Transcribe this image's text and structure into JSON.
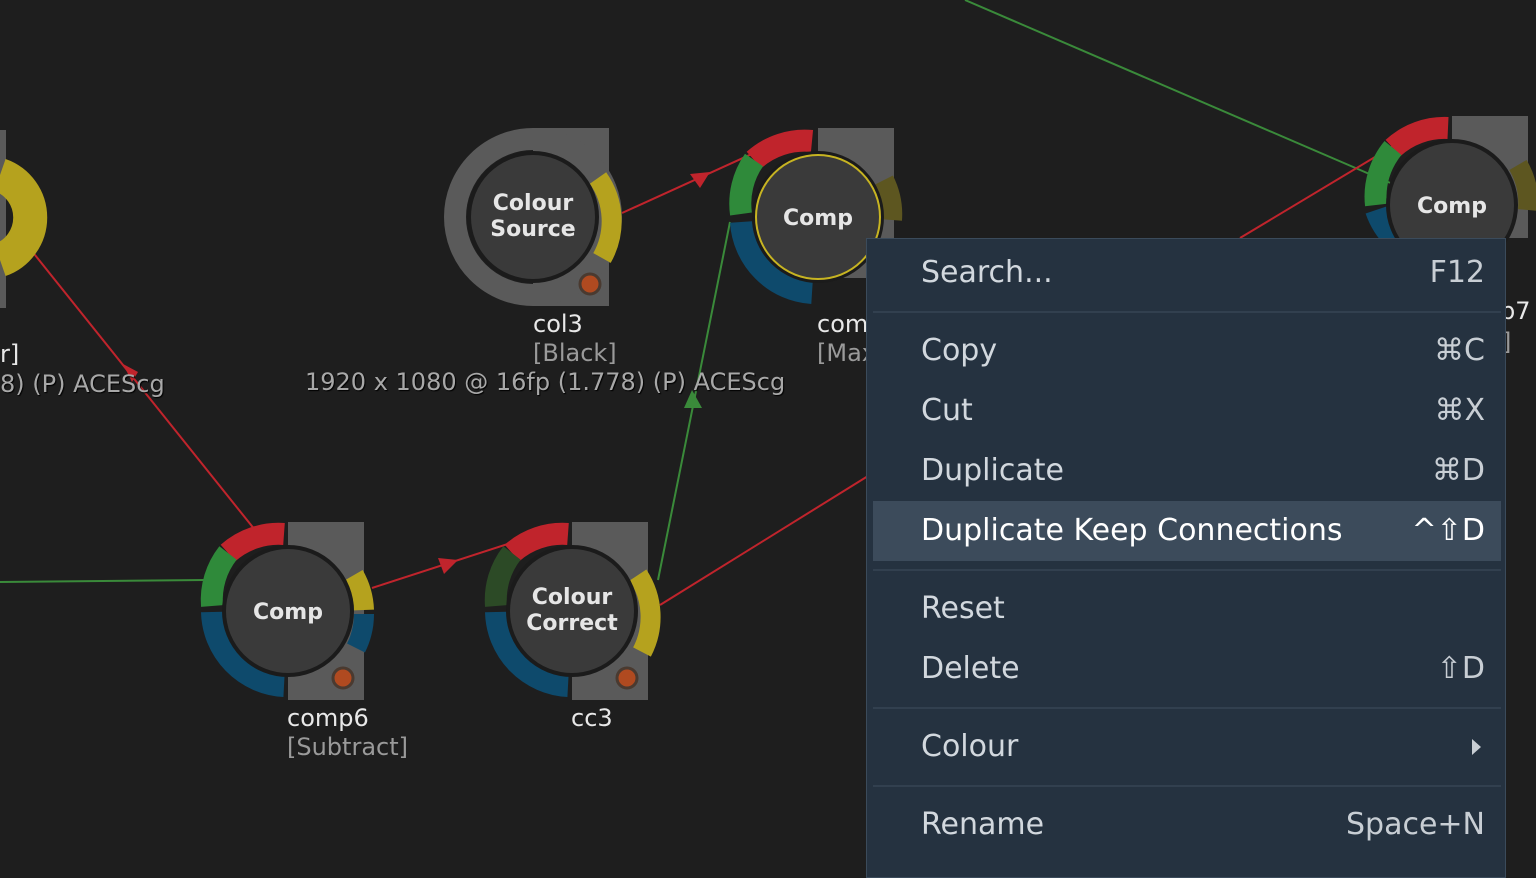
{
  "nodes": {
    "left_partial": {
      "name": "r]",
      "info": "8) (P) ACEScg"
    },
    "col3": {
      "title_line1": "Colour",
      "title_line2": "Source",
      "name": "col3",
      "mode": "[Black]",
      "info": "1920 x 1080 @ 16fp (1.778) (P) ACEScg"
    },
    "comp_top": {
      "title": "Comp",
      "name": "com",
      "mode": "[Max"
    },
    "comp7": {
      "title": "Comp",
      "name": "p7",
      "mode": "]"
    },
    "comp6": {
      "title": "Comp",
      "name": "comp6",
      "mode": "[Subtract]"
    },
    "cc3": {
      "title_line1": "Colour",
      "title_line2": "Correct",
      "name": "cc3"
    }
  },
  "menu": {
    "items": [
      {
        "label": "Search...",
        "shortcut": "F12"
      },
      {
        "label": "Copy",
        "shortcut": "⌘C"
      },
      {
        "label": "Cut",
        "shortcut": "⌘X"
      },
      {
        "label": "Duplicate",
        "shortcut": "⌘D"
      },
      {
        "label": "Duplicate Keep Connections",
        "shortcut": "^⇧D",
        "highlighted": true
      },
      {
        "label": "Reset",
        "shortcut": ""
      },
      {
        "label": "Delete",
        "shortcut": "⇧D"
      },
      {
        "label": "Colour",
        "shortcut": "",
        "submenu": true
      },
      {
        "label": "Rename",
        "shortcut": "Space+N"
      }
    ]
  },
  "colors": {
    "background": "#1e1e1e",
    "menu_bg": "#253240",
    "menu_highlight": "#3c4b5b",
    "wire_red": "#c0242c",
    "wire_green": "#3a8a3a",
    "port_red": "#c0242c",
    "port_green": "#2f8a3a",
    "port_blue": "#0e4a6c",
    "port_yellow": "#b5a21e",
    "node_body": "#3a3a3a"
  }
}
